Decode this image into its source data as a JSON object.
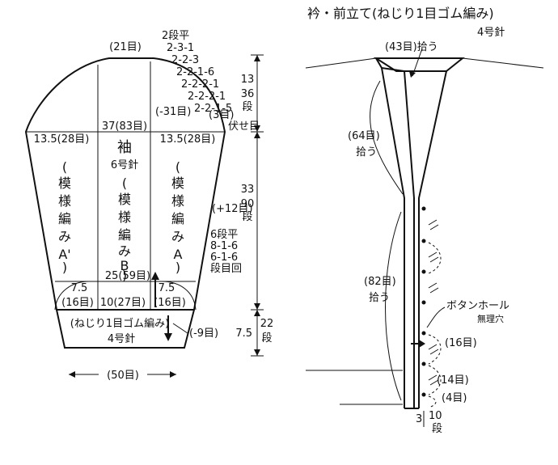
{
  "sleeve": {
    "top_width": "(21目)",
    "cap_steps": [
      "2段平",
      "2-3-1",
      "2-2-3",
      "2-2-1-6",
      "2-2-2-1",
      "2-2-2-1",
      "2-2-1-5"
    ],
    "cap_end": "(3目)",
    "bind_off": "伏せ目",
    "dec_label": "(-31目)",
    "upper_left": "13.5(28目)",
    "upper_center": "37(83目)",
    "upper_right": "13.5(28目)",
    "name": "袖",
    "needle": "6号針",
    "pattern_a_prime": [
      "(",
      "模",
      "様",
      "編",
      "み",
      "A'",
      ")"
    ],
    "pattern_b": [
      "(",
      "模",
      "様",
      "編",
      "み",
      "B",
      ")"
    ],
    "pattern_a": [
      "(",
      "模",
      "様",
      "編",
      "み",
      "A",
      ")"
    ],
    "inc_label": "(+12目)",
    "inc_steps": [
      "6段平",
      "8-1-6",
      "6-1-6",
      "段目回"
    ],
    "lower_center": "25(59目)",
    "lower_left": [
      "7.5",
      "(16目)"
    ],
    "lower_mid": "10(27目)",
    "lower_right": [
      "7.5",
      "(16目)"
    ],
    "cuff_label": "(ねじり1目ゴム編み)",
    "cuff_needle": "4号針",
    "cuff_dec": "(-9目)",
    "cuff_width": "(50目)",
    "height_cap": [
      "13",
      "36",
      "段"
    ],
    "height_body": [
      "33",
      "90",
      "段"
    ],
    "height_cuff": [
      "7.5",
      "22",
      "段"
    ]
  },
  "collar": {
    "title": "衿・前立て(ねじり1目ゴム編み)",
    "needle": "4号針",
    "pick_back": "(43目)拾う",
    "pick_neck": [
      "(64目)",
      "拾う"
    ],
    "pick_front": [
      "(82目)",
      "拾う"
    ],
    "buttonhole": "ボタンホール",
    "buttonhole_note": "無理穴",
    "holes_16": "(16目)",
    "holes_14": "(14目)",
    "holes_4": "(4目)",
    "band_width": "3",
    "band_rows": [
      "10",
      "段"
    ]
  }
}
